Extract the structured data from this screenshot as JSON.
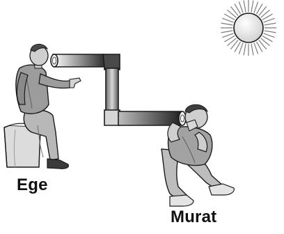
{
  "figure": {
    "people": [
      {
        "name": "Ege"
      },
      {
        "name": "Murat"
      }
    ],
    "objects": [
      "periscope-tube",
      "sun",
      "stool"
    ],
    "colors": {
      "ink": "#1a1a1a",
      "tube_light": "#f2f2f2",
      "tube_dark": "#3a3a3a",
      "sun_fill": "#e6e6e6",
      "skin": "#cfcfcf",
      "clothes": "#9a9a9a",
      "stool": "#d8d8d8"
    }
  }
}
